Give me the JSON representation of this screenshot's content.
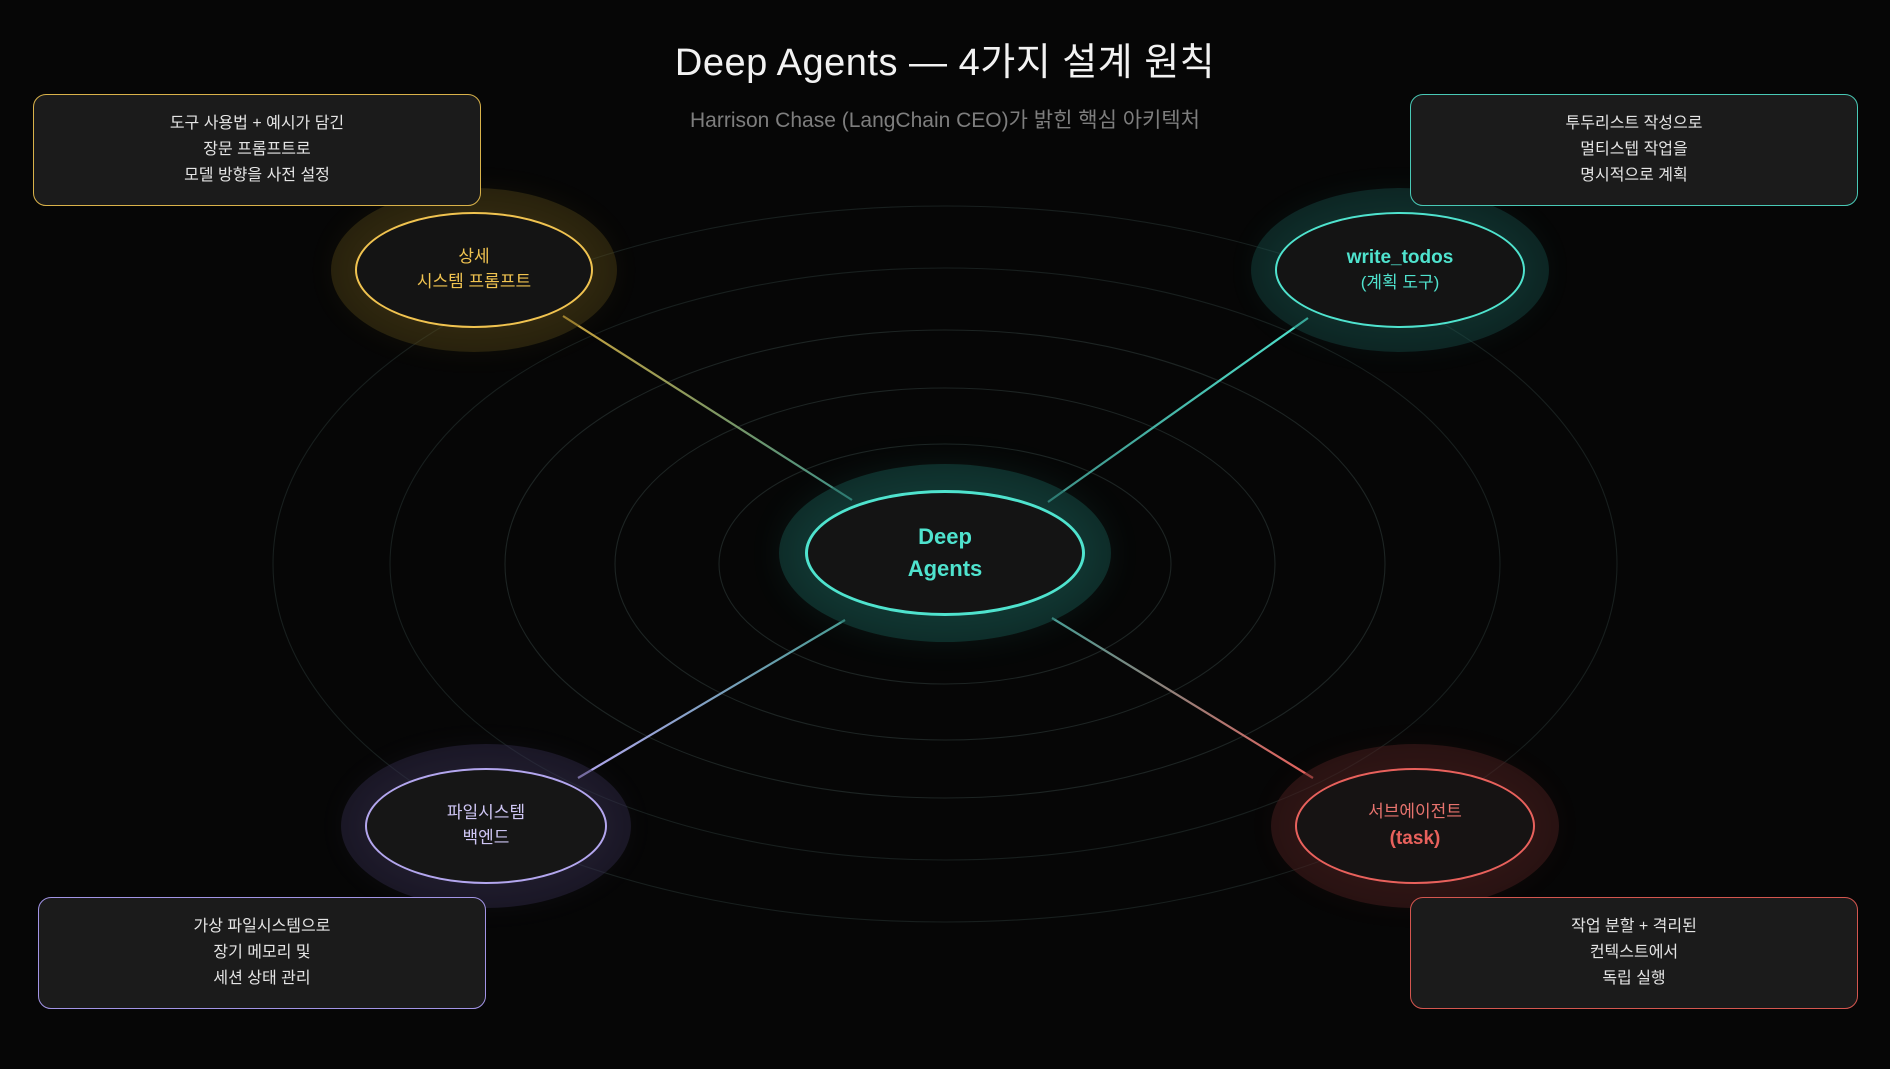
{
  "header": {
    "title": "Deep Agents — 4가지 설계 원칙",
    "subtitle": "Harrison Chase (LangChain CEO)가 밝힌 핵심 아키텍처"
  },
  "colors": {
    "background": "#060606",
    "center_accent": "#4fe3ce",
    "gold": "#f0c350",
    "teal": "#4fe3ce",
    "purple": "#b3a6ee",
    "red": "#e8615c",
    "title_text": "#f2f2f2",
    "subtitle_text": "#7e7e7e",
    "callout_text": "#e4e4e4",
    "callout_fill": "#1b1b1b"
  },
  "center_node": {
    "line1": "Deep",
    "line2": "Agents"
  },
  "nodes": {
    "system_prompt": {
      "line1": "상세",
      "line2": "시스템 프롬프트"
    },
    "write_todos": {
      "line1": "write_todos",
      "line2": "(계획 도구)"
    },
    "filesystem": {
      "line1": "파일시스템",
      "line2": "백엔드"
    },
    "subagent": {
      "line1": "서브에이전트",
      "line2": "(task)"
    }
  },
  "callouts": {
    "system_prompt": {
      "line1": "도구 사용법 + 예시가 담긴",
      "line2": "장문 프롬프트로",
      "line3": "모델 방향을 사전 설정"
    },
    "write_todos": {
      "line1": "투두리스트 작성으로",
      "line2": "멀티스텝 작업을",
      "line3": "명시적으로 계획"
    },
    "filesystem": {
      "line1": "가상 파일시스템으로",
      "line2": "장기 메모리 및",
      "line3": "세션 상태 관리"
    },
    "subagent": {
      "line1": "작업 분할 + 격리된",
      "line2": "컨텍스트에서",
      "line3": "독립 실행"
    }
  },
  "chart_data": {
    "type": "diagram",
    "layout": "radial hub-and-spoke with four satellite nodes and four annotation callouts",
    "hub": "Deep Agents",
    "spokes": [
      {
        "label": "상세 시스템 프롬프트",
        "color": "#f0c350",
        "position": "top-left"
      },
      {
        "label": "write_todos (계획 도구)",
        "color": "#4fe3ce",
        "position": "top-right"
      },
      {
        "label": "파일시스템 백엔드",
        "color": "#b3a6ee",
        "position": "bottom-left"
      },
      {
        "label": "서브에이전트 (task)",
        "color": "#e8615c",
        "position": "bottom-right"
      }
    ],
    "background_rings": 5
  }
}
